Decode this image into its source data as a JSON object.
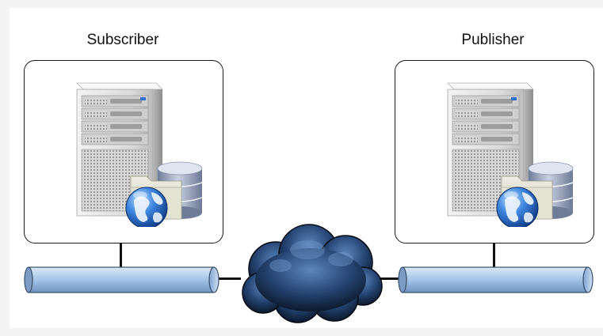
{
  "diagram": {
    "nodes": [
      {
        "id": "subscriber",
        "label": "Subscriber",
        "icon": "server-database-globe-icon"
      },
      {
        "id": "publisher",
        "label": "Publisher",
        "icon": "server-database-globe-icon"
      }
    ],
    "network": {
      "icon": "cloud-icon"
    },
    "buses": [
      "lan-bus-left",
      "lan-bus-right"
    ]
  },
  "colors": {
    "bus_fill": "#a9c8ea",
    "bus_stroke": "#3a4f68",
    "cloud_dark": "#0c1c33",
    "cloud_light": "#4e7ab3",
    "server_body": "#e3e3e3",
    "database": "#9aa6c0",
    "globe": "#2f6fd0"
  }
}
